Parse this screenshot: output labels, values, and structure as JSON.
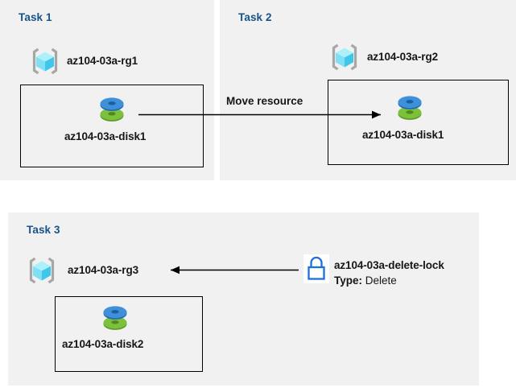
{
  "diagram": {
    "title_color": "#17538a",
    "panel_bg": "#f1f1f1",
    "box_border": "#000000",
    "lock_color": "#1f6fd8",
    "disk_blue": "#3a8ddd",
    "disk_green": "#73b13a",
    "rg_cube_color": "#7ee4f7"
  },
  "panels": [
    {
      "id": "task1",
      "title": "Task 1",
      "resource_group": {
        "icon": "resource-group-icon",
        "label": "az104-03a-rg1"
      },
      "resource": {
        "icon": "managed-disk-icon",
        "label": "az104-03a-disk1"
      }
    },
    {
      "id": "task2",
      "title": "Task 2",
      "resource_group": {
        "icon": "resource-group-icon",
        "label": "az104-03a-rg2"
      },
      "resource": {
        "icon": "managed-disk-icon",
        "label": "az104-03a-disk1"
      }
    },
    {
      "id": "task3",
      "title": "Task 3",
      "resource_group": {
        "icon": "resource-group-icon",
        "label": "az104-03a-rg3"
      },
      "resource": {
        "icon": "managed-disk-icon",
        "label": "az104-03a-disk2"
      },
      "lock": {
        "icon": "lock-icon",
        "name": "az104-03a-delete-lock",
        "type_label": "Type:",
        "type_value": " Delete"
      }
    }
  ],
  "connectors": {
    "move_resource": {
      "label": "Move resource",
      "direction": "right"
    },
    "lock_applies": {
      "label": "",
      "direction": "left"
    }
  }
}
